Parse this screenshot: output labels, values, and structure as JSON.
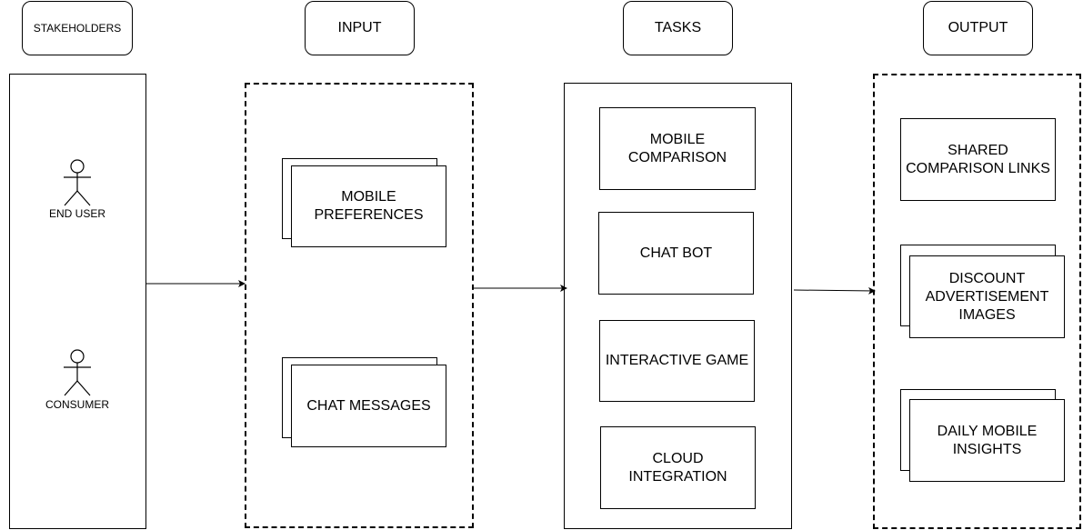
{
  "headers": {
    "stakeholders": "STAKEHOLDERS",
    "input": "INPUT",
    "tasks": "TASKS",
    "output": "OUTPUT"
  },
  "stakeholders": {
    "actors": [
      "END USER",
      "CONSUMER"
    ]
  },
  "input": {
    "items": [
      "MOBILE\nPREFERENCES",
      "CHAT MESSAGES"
    ]
  },
  "tasks": {
    "items": [
      "MOBILE\nCOMPARISON",
      "CHAT BOT",
      "INTERACTIVE GAME",
      "CLOUD\nINTEGRATION"
    ]
  },
  "output": {
    "items": [
      "SHARED\nCOMPARISON LINKS",
      "DISCOUNT\nADVERTISEMENT\nIMAGES",
      "DAILY MOBILE\nINSIGHTS"
    ]
  }
}
